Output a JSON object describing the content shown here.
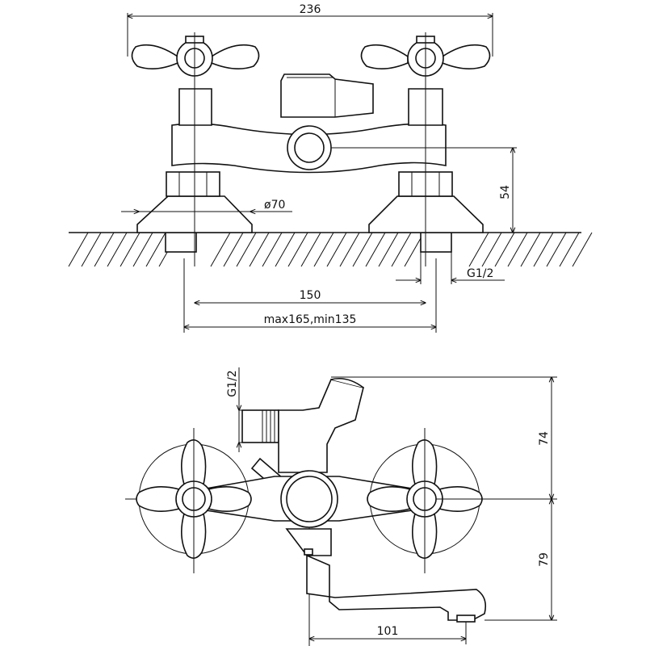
{
  "dimensions": {
    "overall_width": "236",
    "escutcheon_diameter": "ø70",
    "height_to_center": "54",
    "pipe_thread_top": "G1/2",
    "center_distance": "150",
    "center_range": "max165,min135",
    "pipe_thread_side": "G1/2",
    "diverter_height": "74",
    "spout_drop": "79",
    "spout_reach": "101"
  },
  "colors": {
    "line": "#111111",
    "background": "#ffffff"
  }
}
